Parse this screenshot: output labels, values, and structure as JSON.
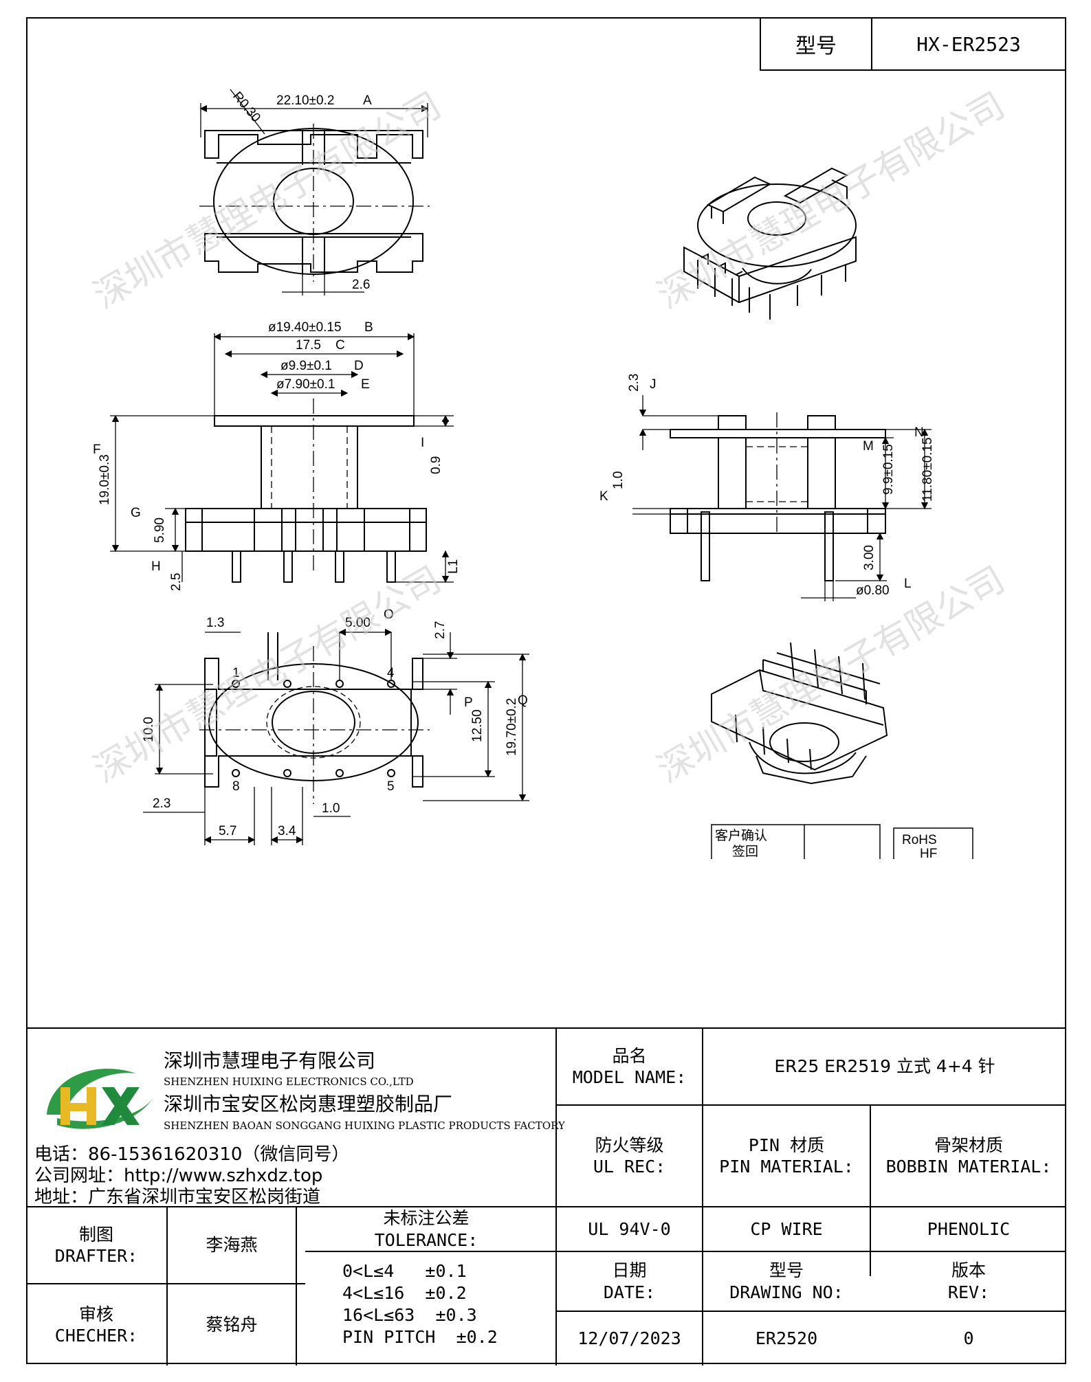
{
  "header": {
    "model_label": "型号",
    "model_value": "HX-ER2523"
  },
  "drawing": {
    "top_view": {
      "width_dim": "22.10±0.2",
      "width_ref": "A",
      "radius_dim": "R0.30",
      "slot_dim": "2.6"
    },
    "side_view": {
      "flange_dia": "ø19.40±0.15",
      "flange_ref": "B",
      "inner_width": "17.5",
      "inner_ref": "C",
      "tube_outer": "ø9.9±0.1",
      "tube_outer_ref": "D",
      "tube_inner": "ø7.90±0.1",
      "tube_inner_ref": "E",
      "height": "19.0±0.3",
      "height_ref": "F",
      "top_thk": "0.9",
      "top_thk_ref": "I",
      "base_h": "5.90",
      "base_ref": "G",
      "pin_h": "2.5",
      "pin_ref": "H",
      "pin_len": "L1"
    },
    "right_view": {
      "top_h": "2.3",
      "top_ref": "J",
      "body_w": "9.9±0.15",
      "body_ref": "M",
      "total_h": "11.80±0.15",
      "total_ref": "N",
      "base_thk": "1.0",
      "base_thk_ref": "K",
      "pin_len": "3.00",
      "pin_dia": "ø0.80",
      "pin_dia_ref": "L"
    },
    "bottom_view": {
      "d1": "1.3",
      "pitch": "5.00",
      "pitch_ref": "O",
      "d2": "2.7",
      "d3": "10.0",
      "d4": "12.50",
      "d4_ref": "P",
      "d5": "19.70±0.2",
      "d5_ref": "Q",
      "d6": "2.3",
      "d7": "5.7",
      "d8": "3.4",
      "d9": "1.0",
      "pin_labels": [
        "1",
        "4",
        "8",
        "5"
      ]
    },
    "stamp": {
      "customer": "客户确认",
      "sign": "签回",
      "rohs": "RoHS",
      "hf": "HF"
    },
    "watermark": "深圳市慧理电子有限公司"
  },
  "company": {
    "logo_text": "HX",
    "name_cn": "深圳市慧理电子有限公司",
    "name_en": "SHENZHEN HUIXING ELECTRONICS CO.,LTD",
    "factory_cn": "深圳市宝安区松岗惠理塑胶制品厂",
    "factory_en": "SHENZHEN BAOAN SONGGANG HUIXING PLASTIC PRODUCTS FACTORY",
    "phone": "电话：86-15361620310（微信同号）",
    "website": "公司网址：http://www.szhxdz.top",
    "address": "地址：广东省深圳市宝安区松岗街道"
  },
  "title_block": {
    "model_name_cn": "品名",
    "model_name_en": "MODEL NAME:",
    "model_name_value": "ER25 ER2519 立式 4+4 针",
    "ul_cn": "防火等级",
    "ul_en": "UL REC:",
    "pin_mat_cn": "PIN 材质",
    "pin_mat_en": "PIN MATERIAL:",
    "bobbin_cn": "骨架材质",
    "bobbin_en": "BOBBIN MATERIAL:",
    "ul_value": "UL 94V-0",
    "pin_value": "CP WIRE",
    "bobbin_value": "PHENOLIC",
    "drafter_cn": "制图",
    "drafter_en": "DRAFTER:",
    "drafter_name": "李海燕",
    "checker_cn": "审核",
    "checker_en": "CHECHER:",
    "checker_name": "蔡铭舟",
    "tol_cn": "未标注公差",
    "tol_en": "TOLERANCE:",
    "tol_lines": [
      "0<L≤4   ±0.1",
      "4<L≤16  ±0.2",
      "16<L≤63  ±0.3",
      "PIN PITCH  ±0.2"
    ],
    "date_cn": "日期",
    "date_en": "DATE:",
    "date_value": "12/07/2023",
    "dwg_cn": "型号",
    "dwg_en": "DRAWING NO:",
    "dwg_value": "ER2520",
    "rev_cn": "版本",
    "rev_en": "REV:",
    "rev_value": "0"
  }
}
